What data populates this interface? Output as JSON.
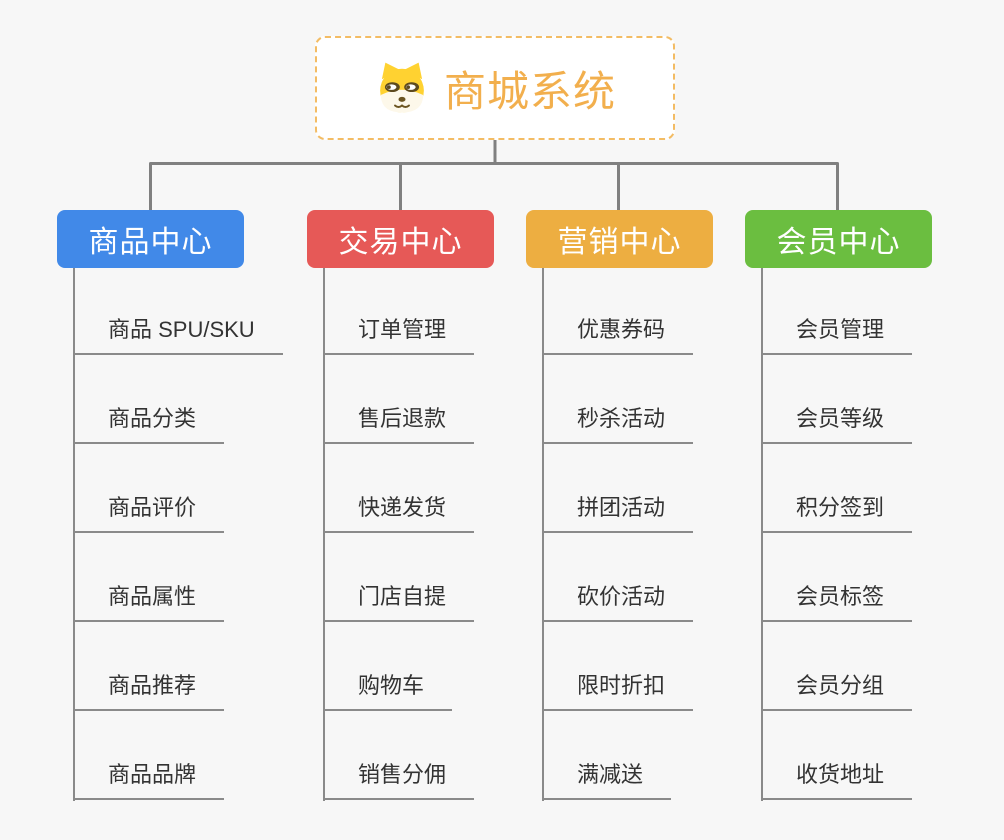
{
  "root": {
    "title": "商城系统",
    "icon": "doge-icon"
  },
  "branches": [
    {
      "label": "商品中心",
      "color": "#4189e8",
      "items": [
        "商品 SPU/SKU",
        "商品分类",
        "商品评价",
        "商品属性",
        "商品推荐",
        "商品品牌"
      ]
    },
    {
      "label": "交易中心",
      "color": "#e65957",
      "items": [
        "订单管理",
        "售后退款",
        "快递发货",
        "门店自提",
        "购物车",
        "销售分佣"
      ]
    },
    {
      "label": "营销中心",
      "color": "#edae41",
      "items": [
        "优惠券码",
        "秒杀活动",
        "拼团活动",
        "砍价活动",
        "限时折扣",
        "满减送"
      ]
    },
    {
      "label": "会员中心",
      "color": "#6bbe40",
      "items": [
        "会员管理",
        "会员等级",
        "积分签到",
        "会员标签",
        "会员分组",
        "收货地址"
      ]
    }
  ],
  "colors": {
    "background": "#f7f7f7",
    "connector": "#808080",
    "leaf_line": "#8a8a8a",
    "root_border": "#f3bc64",
    "root_text": "#f2af4d",
    "leaf_text": "#333333"
  }
}
